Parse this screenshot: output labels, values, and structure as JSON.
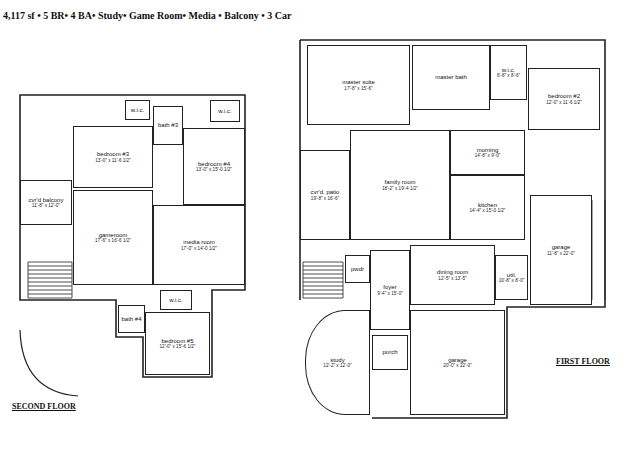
{
  "diagram": {
    "title": "4,117 sf • 5 BR• 4 BA• Study• Game Room• Media • Balcony • 3 Car",
    "nodes": [
      {
        "text": [
          "w.i.c."
        ]
      },
      {
        "text": [
          "w.i.c."
        ]
      },
      {
        "text": [
          "bath #3"
        ]
      },
      {
        "text": [
          "bedroom #3",
          "13'-0\" x 11'-6 1/2\""
        ]
      },
      {
        "text": [
          "bedroom #4",
          "13'-0\" x 15'-0 1/2\""
        ]
      },
      {
        "text": [
          "cvr'd balcony",
          "11'-8\" x 12'-0\""
        ]
      },
      {
        "text": [
          "gameroom",
          "17'-6\" x 16'-6 1/2\""
        ]
      },
      {
        "text": [
          "media room",
          "17'-0\" x 14'-0 1/2\""
        ]
      },
      {
        "text": [
          "w.i.c."
        ]
      },
      {
        "text": [
          "bath #4"
        ]
      },
      {
        "text": [
          "bedroom #5",
          "12'-0\" x 15'-6 1/2\""
        ]
      },
      {
        "text": [
          "master suite",
          "17'-8\" x 15'-6\""
        ]
      },
      {
        "text": [
          "master bath"
        ]
      },
      {
        "text": [
          "w.i.c.",
          "6'-8\" x 8'-6\""
        ]
      },
      {
        "text": [
          "bedroom #2",
          "12'-0\" x 11'-6 1/2\""
        ]
      },
      {
        "text": [
          "cvr'd. patio",
          "19'-8\" x 16'-6\""
        ]
      },
      {
        "text": [
          "family room",
          "18'-2\" x 19'-4 1/2\""
        ]
      },
      {
        "text": [
          "morning",
          "14'-8\" x 9'-0\""
        ]
      },
      {
        "text": [
          "kitchen",
          "14'-4\" x 15'-0 1/2\""
        ]
      },
      {
        "text": [
          "garage",
          "11'-8\" x 22'-0\""
        ]
      },
      {
        "text": [
          "pwdr"
        ]
      },
      {
        "text": [
          "foyer",
          "9'-4\" x 15'-0\""
        ]
      },
      {
        "text": [
          "dining room",
          "12'-5\" x 13'-5\""
        ]
      },
      {
        "text": [
          "util.",
          "10'-8\" x 8'-0\""
        ]
      },
      {
        "text": [
          "study",
          "12'-2\" x 12'-0\""
        ]
      },
      {
        "text": [
          "porch"
        ]
      },
      {
        "text": [
          "garage",
          "20'-0\" x 22'-0\""
        ]
      }
    ],
    "labels": [
      "SECOND FLOOR",
      "FIRST FLOOR"
    ]
  }
}
